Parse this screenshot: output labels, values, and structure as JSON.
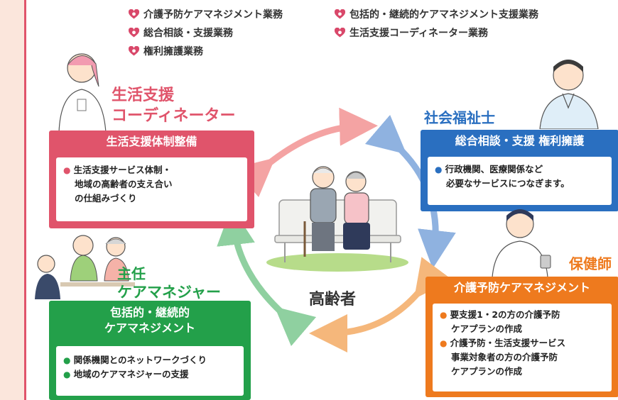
{
  "legend": [
    {
      "label": "介護予防ケアマネジメント業務"
    },
    {
      "label": "総合相談・支援業務"
    },
    {
      "label": "権利擁護業務"
    },
    {
      "label": "包括的・継続的ケアマネジメント支援業務"
    },
    {
      "label": "生活支援コーディネーター業務"
    }
  ],
  "center": {
    "label": "高齢者"
  },
  "red": {
    "role_line1": "生活支援",
    "role_line2": "コーディネーター",
    "title": "生活支援体制整備",
    "bullets": [
      "生活支援サービス体制・",
      "地域の高齢者の支え合い",
      "の仕組みづくり"
    ]
  },
  "blue": {
    "role": "社会福祉士",
    "title": "総合相談・支援 権利擁護",
    "bullets": [
      "行政機関、医療関係など",
      "必要なサービスにつなぎます。"
    ]
  },
  "green": {
    "role_line1": "主任",
    "role_line2": "ケアマネジャー",
    "title_line1": "包括的・継続的",
    "title_line2": "ケアマネジメント",
    "bullets": [
      "関係機関とのネットワークづくり",
      "地域のケアマネジャーの支援"
    ]
  },
  "orange": {
    "role": "保健師",
    "title": "介護予防ケアマネジメント",
    "bullets": [
      "要支援1・2の方の介護予防",
      "ケアプランの作成",
      "介護予防・生活支援サービス",
      "事業対象者の方の介護予防",
      "ケアプランの作成"
    ]
  },
  "colors": {
    "red": "#e0546b",
    "blue": "#2a6fc0",
    "green": "#23a04a",
    "orange": "#ee7a1e",
    "heart": "#d9486a"
  }
}
